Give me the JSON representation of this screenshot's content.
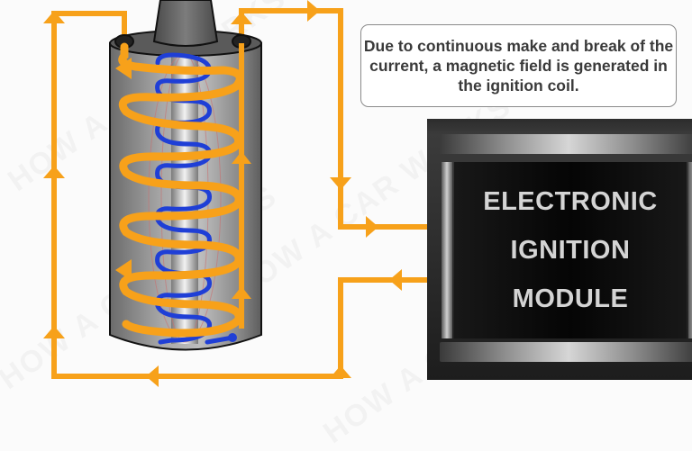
{
  "diagram": {
    "caption": "Due to continuous make and break of the current, a magnetic field is generated in the ignition coil.",
    "module": {
      "label_lines": [
        "ELECTRONIC",
        "IGNITION",
        "MODULE"
      ]
    },
    "components": {
      "ignition_coil": "ignition-coil",
      "primary_winding": "primary-winding-orange",
      "secondary_winding": "secondary-winding-blue",
      "iron_core": "iron-core",
      "high_tension_terminal": "high-tension-tower"
    },
    "watermark": "HOW A CAR WORKS",
    "colors": {
      "wire": "#f7a11a",
      "secondary_coil": "#1f3fd6",
      "coil_body": "#8c8c8c",
      "module_body": "#1a1a1a",
      "module_text": "#d4d4d4",
      "caption_text": "#3a3a3a",
      "caption_border": "#8a8a8a",
      "background": "#fbfbfb"
    }
  }
}
